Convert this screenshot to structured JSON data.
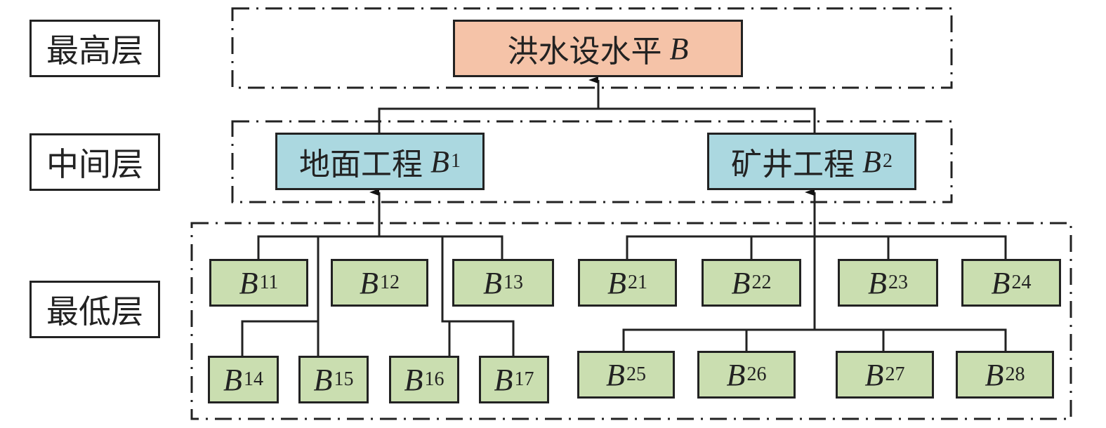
{
  "layers": {
    "top": "最高层",
    "middle": "中间层",
    "bottom": "最低层"
  },
  "goal": {
    "text": "洪水设水平",
    "symbol": "B"
  },
  "criteria": [
    {
      "text": "地面工程",
      "symbol": "B",
      "sub": "1"
    },
    {
      "text": "矿井工程",
      "symbol": "B",
      "sub": "2"
    }
  ],
  "indicators": [
    {
      "symbol": "B",
      "sub": "11"
    },
    {
      "symbol": "B",
      "sub": "12"
    },
    {
      "symbol": "B",
      "sub": "13"
    },
    {
      "symbol": "B",
      "sub": "14"
    },
    {
      "symbol": "B",
      "sub": "15"
    },
    {
      "symbol": "B",
      "sub": "16"
    },
    {
      "symbol": "B",
      "sub": "17"
    },
    {
      "symbol": "B",
      "sub": "21"
    },
    {
      "symbol": "B",
      "sub": "22"
    },
    {
      "symbol": "B",
      "sub": "23"
    },
    {
      "symbol": "B",
      "sub": "24"
    },
    {
      "symbol": "B",
      "sub": "25"
    },
    {
      "symbol": "B",
      "sub": "26"
    },
    {
      "symbol": "B",
      "sub": "27"
    },
    {
      "symbol": "B",
      "sub": "28"
    }
  ],
  "colors": {
    "goal": "#f5c3a8",
    "criteria": "#abd8e0",
    "indicators": "#cadeb0"
  }
}
